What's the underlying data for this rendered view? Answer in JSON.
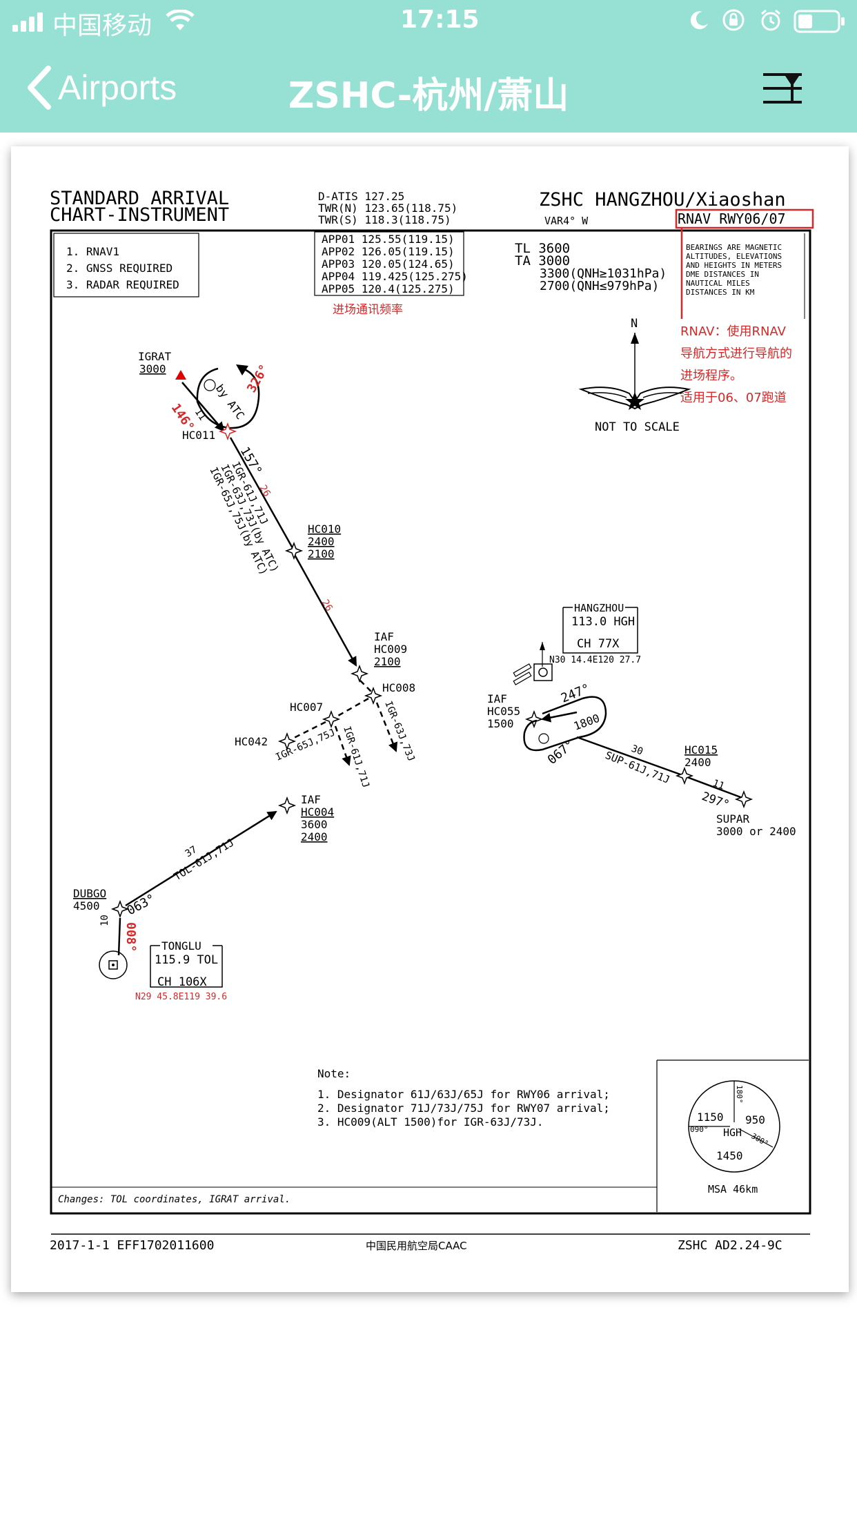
{
  "status_bar": {
    "carrier": "中国移动",
    "time": "17:15"
  },
  "nav": {
    "back_label": "Airports",
    "title": "ZSHC-杭州/萧山"
  },
  "chart": {
    "title_line1": "STANDARD ARRIVAL",
    "title_line2": "CHART-INSTRUMENT",
    "airport": "ZSHC HANGZHOU/Xiaoshan",
    "variation": "VAR4° W",
    "procedure": "RNAV RWY06/07",
    "atis": [
      "D-ATIS 127.25",
      "TWR(N) 123.65(118.75)",
      "TWR(S) 118.3(118.75)"
    ],
    "approach_freqs": [
      "APP01 125.55(119.15)",
      "APP02 126.05(119.15)",
      "APP03 120.05(124.65)",
      "APP04 119.425(125.275)",
      "APP05 120.4(125.275)"
    ],
    "freq_annotation": "进场通讯频率",
    "requirements": [
      "1. RNAV1",
      "2. GNSS REQUIRED",
      "3. RADAR REQUIRED"
    ],
    "transition": [
      "TL 3600",
      "TA 3000",
      "3300(QNH≥1031hPa)",
      "2700(QNH≤979hPa)"
    ],
    "bearings_note": [
      "BEARINGS ARE MAGNETIC",
      "ALTITUDES, ELEVATIONS",
      "AND HEIGHTS IN METERS",
      "DME DISTANCES IN",
      "NAUTICAL MILES",
      "DISTANCES IN KM"
    ],
    "rnav_annotation": [
      "RNAV：使用RNAV",
      "导航方式进行导航的",
      "进场程序。",
      "适用于06、07跑道"
    ],
    "north": "N",
    "scale": "NOT TO SCALE",
    "waypoints": {
      "igrat": [
        "IGRAT",
        "3000"
      ],
      "hc011": "HC011",
      "hc010": [
        "HC010",
        "2400",
        "2100"
      ],
      "hc009": [
        "IAF",
        "HC009",
        "2100"
      ],
      "hc008": "HC008",
      "hc007": "HC007",
      "hc042": "HC042",
      "hc004": [
        "IAF",
        "HC004",
        "3600",
        "2400"
      ],
      "dubgo": [
        "DUBGO",
        "4500"
      ],
      "hc055": [
        "IAF",
        "HC055",
        "1500"
      ],
      "hc015": [
        "HC015",
        "2400"
      ],
      "supar": [
        "SUPAR",
        "3000 or 2400"
      ]
    },
    "route_labels": {
      "hold_in": "146°",
      "hold_in_dist": "11",
      "hold_out": "326°",
      "hold_by_atc": "by ATC",
      "leg_157": "157°",
      "dist_26a": "26",
      "dist_26b": "26",
      "igr_names": [
        "IGR-61J,71J",
        "IGR-63J,73J(by ATC)",
        "IGR-65J,75J(by ATC)"
      ],
      "igr_63": "IGR-63J,73J",
      "igr_61": "IGR-61J,71J",
      "igr_65": "IGR-65J,75J",
      "tol_dist": "37",
      "tol_name": "TOL-61J,71J",
      "dubgo_course": "063°",
      "tol_inbound": "008°",
      "tol_inbound_dist": "10",
      "hc055_hold_out": "247°",
      "hc055_hold_alt": "1800",
      "hc055_hold_in": "067°",
      "sup_dist": "30",
      "sup_name": "SUP-61J,71J",
      "sup_dist2": "11",
      "sup_course": "297°"
    },
    "hgh": [
      "HANGZHOU",
      "113.0 HGH",
      "CH 77X",
      "N30 14.4E120 27.7"
    ],
    "tol": [
      "TONGLU",
      "115.9 TOL",
      "CH 106X",
      "N29 45.8E119 39.6"
    ],
    "notes": [
      "Note:",
      "1. Designator 61J/63J/65J for RWY06 arrival;",
      "2. Designator 71J/73J/75J for RWY07 arrival;",
      "3. HC009(ALT 1500)for IGR-63J/73J."
    ],
    "msa": {
      "sector_tl": "1150",
      "sector_tr": "950",
      "sector_b": "1450",
      "center": "HGH",
      "b180": "180°",
      "b090": "090°",
      "b300": "300°",
      "label": "MSA 46km"
    },
    "changes": "Changes: TOL coordinates, IGRAT arrival.",
    "footer_left": "2017-1-1 EFF1702011600",
    "footer_center": "中国民用航空局CAAC",
    "footer_right": "ZSHC AD2.24-9C"
  }
}
